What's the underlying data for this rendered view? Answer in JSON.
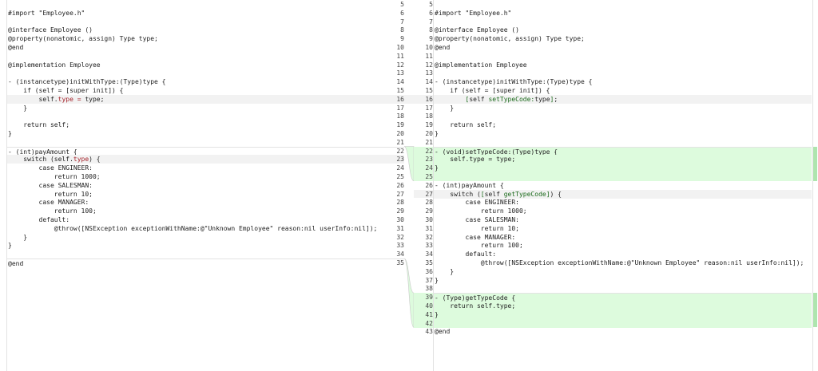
{
  "left_lines": [
    "",
    "#import \"Employee.h\"",
    "",
    "@interface Employee ()",
    "@property(nonatomic, assign) Type type;",
    "@end",
    "",
    "@implementation Employee",
    "",
    "- (instancetype)initWithType:(Type)type {",
    "    if (self = [super init]) {",
    [
      {
        "t": "        self."
      },
      {
        "t": "type = ",
        "c": "del"
      },
      {
        "t": "type;"
      }
    ],
    "    }",
    "",
    "    return self;",
    "}",
    "",
    "- (int)payAmount {",
    [
      {
        "t": "    switch (self."
      },
      {
        "t": "type",
        "c": "del"
      },
      {
        "t": ") {"
      }
    ],
    "        case ENGINEER:",
    "            return 1000;",
    "        case SALESMAN:",
    "            return 10;",
    "        case MANAGER:",
    "            return 100;",
    "        default:",
    "            @throw([NSException exceptionWithName:@\"Unknown Employee\" reason:nil userInfo:nil]);",
    "    }",
    "}",
    "",
    "@end"
  ],
  "right_lines": [
    "",
    "#import \"Employee.h\"",
    "",
    "@interface Employee ()",
    "@property(nonatomic, assign) Type type;",
    "@end",
    "",
    "@implementation Employee",
    "",
    "- (instancetype)initWithType:(Type)type {",
    "    if (self = [super init]) {",
    [
      {
        "t": "        "
      },
      {
        "t": "[",
        "c": "add-em"
      },
      {
        "t": "self "
      },
      {
        "t": "setTypeCode:",
        "c": "add-em"
      },
      {
        "t": "type"
      },
      {
        "t": "]",
        "c": "add-em"
      },
      {
        "t": ";"
      }
    ],
    "    }",
    "",
    "    return self;",
    "}",
    "",
    "- (void)setTypeCode:(Type)type {",
    "    self.type = type;",
    "}",
    "",
    "- (int)payAmount {",
    [
      {
        "t": "    switch ("
      },
      {
        "t": "[",
        "c": "add-em"
      },
      {
        "t": "self "
      },
      {
        "t": "getTypeCode]",
        "c": "add-em"
      },
      {
        "t": ") {"
      }
    ],
    "        case ENGINEER:",
    "            return 1000;",
    "        case SALESMAN:",
    "            return 10;",
    "        case MANAGER:",
    "            return 100;",
    "        default:",
    "            @throw([NSException exceptionWithName:@\"Unknown Employee\" reason:nil userInfo:nil]);",
    "    }",
    "}",
    "",
    "- (Type)getTypeCode {",
    "    return self.type;",
    "}",
    "",
    "@end"
  ],
  "left_numbers": [
    "5",
    "6",
    "7",
    "8",
    "9",
    "10",
    "11",
    "12",
    "13",
    "14",
    "15",
    "16",
    "17",
    "18",
    "19",
    "20",
    "21",
    "22",
    "23",
    "24",
    "25",
    "26",
    "27",
    "28",
    "29",
    "30",
    "31",
    "32",
    "33",
    "34",
    "35"
  ],
  "right_numbers": [
    "5",
    "6",
    "7",
    "8",
    "9",
    "10",
    "11",
    "12",
    "13",
    "14",
    "15",
    "16",
    "17",
    "18",
    "19",
    "20",
    "21",
    "22",
    "23",
    "24",
    "25",
    "26",
    "27",
    "28",
    "29",
    "30",
    "31",
    "32",
    "33",
    "34",
    "35",
    "36",
    "37",
    "38",
    "39",
    "40",
    "41",
    "42",
    "43"
  ],
  "colors": {
    "added_bg": "#ddfbdd",
    "changed_bg": "#f2f2f2",
    "added_bar": "#aee5ae",
    "deleted_text": "#a5232b"
  }
}
